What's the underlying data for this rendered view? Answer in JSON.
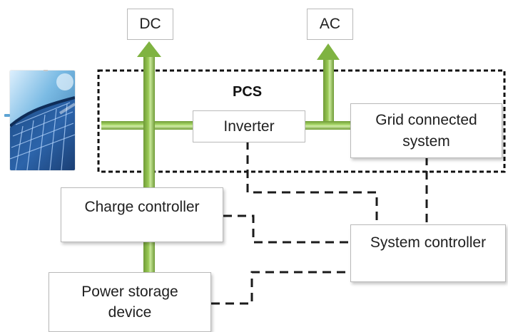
{
  "diagram": {
    "outputs": {
      "dc": "DC",
      "ac": "AC"
    },
    "pcs_label": "PCS",
    "blocks": {
      "inverter": "Inverter",
      "grid_connected_system": "Grid connected\nsystem",
      "charge_controller": "Charge controller",
      "system_controller": "System controller",
      "power_storage_device": "Power storage\ndevice"
    },
    "colors": {
      "power_flow_green": "#92c04e",
      "power_flow_light": "#cfe8a0",
      "power_flow_dark": "#6f9b36",
      "dashed_line": "#1b1b1b",
      "box_border": "#b9b9b9",
      "pcs_border": "#111111"
    },
    "icons": {
      "solar_panel": "solar-panel-icon",
      "upward_flow": "upward-arrow-icon"
    }
  }
}
